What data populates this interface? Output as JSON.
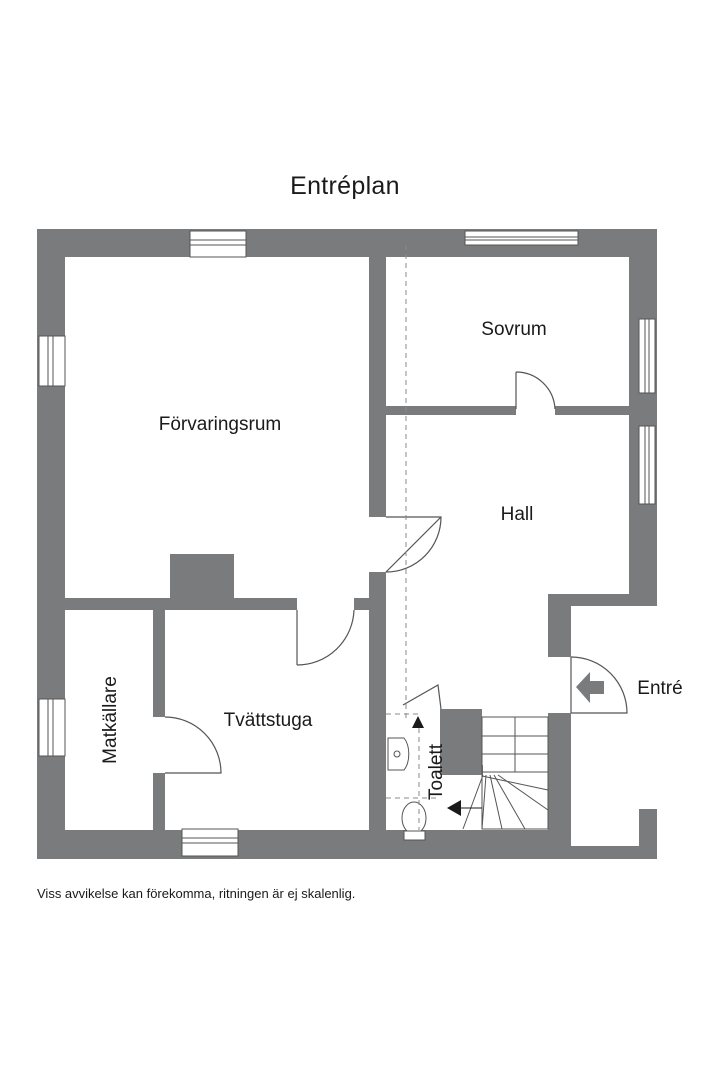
{
  "title": "Entréplan",
  "rooms": {
    "storage": "Förvaringsrum",
    "bedroom": "Sovrum",
    "hall": "Hall",
    "entrance": "Entré",
    "laundry": "Tvättstuga",
    "pantry": "Matkällare",
    "toilet": "Toalett"
  },
  "icons": {
    "entrance_arrow": "arrow-right-icon",
    "door": "door-swing-icon",
    "window": "window-icon",
    "stairs": "stairs-icon",
    "sink": "sink-icon",
    "toilet": "toilet-icon"
  },
  "colors": {
    "wall": "#7a7b7c",
    "line": "#555555"
  },
  "disclaimer": "Viss avvikelse kan förekomma, ritningen är ej skalenlig."
}
